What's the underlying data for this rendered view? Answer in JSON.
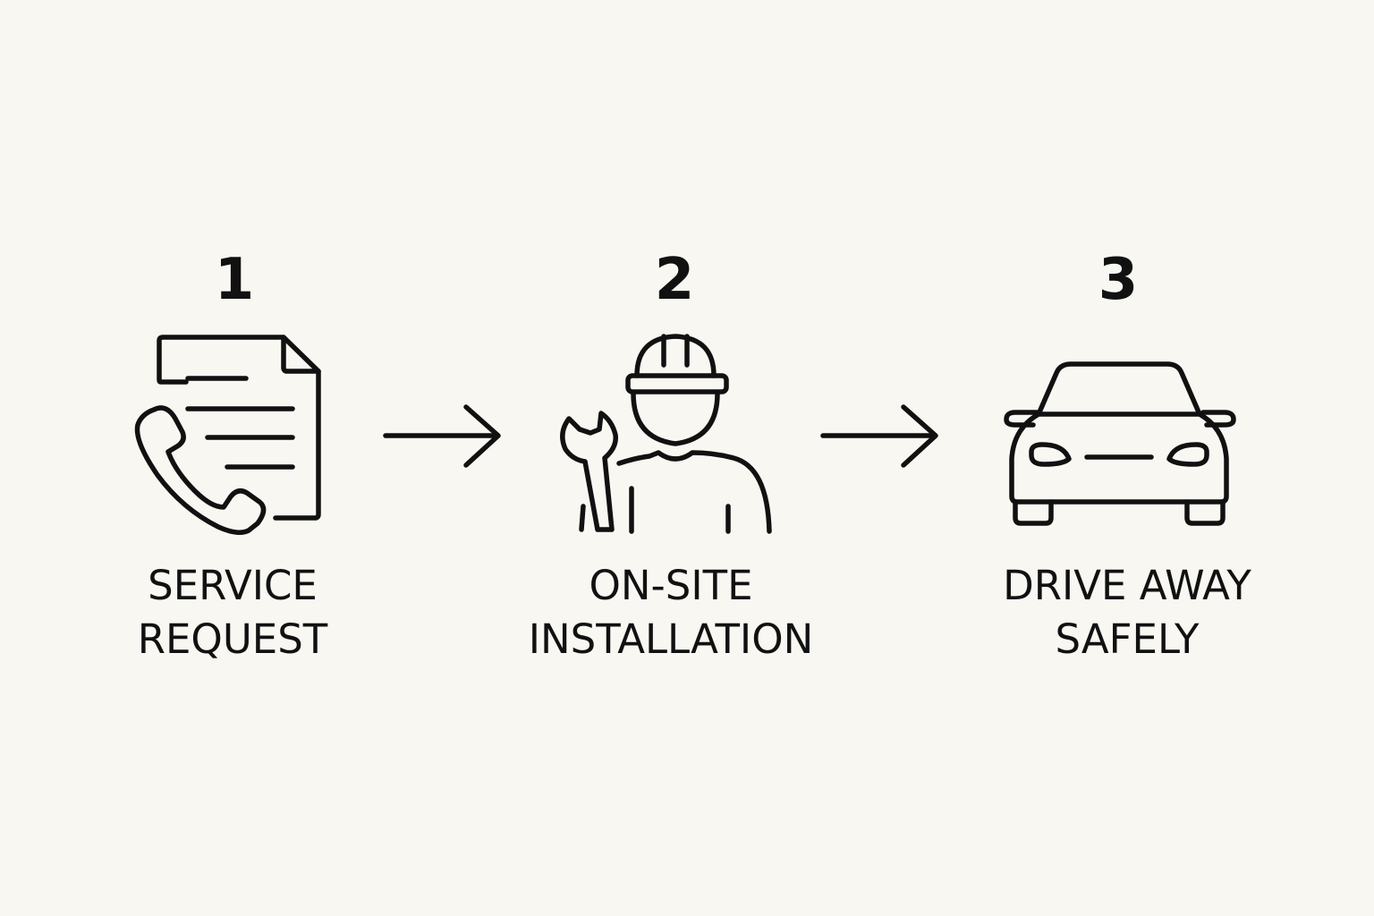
{
  "steps": [
    {
      "number": "1",
      "label_lines": [
        "SERVICE",
        "REQUEST"
      ],
      "icon": "phone-document-icon"
    },
    {
      "number": "2",
      "label_lines": [
        "ON-SITE",
        "INSTALLATION"
      ],
      "icon": "technician-wrench-icon"
    },
    {
      "number": "3",
      "label_lines": [
        "DRIVE AWAY",
        "SAFELY"
      ],
      "icon": "car-front-icon"
    }
  ],
  "connectors": [
    "arrow-right-icon",
    "arrow-right-icon"
  ],
  "colors": {
    "background": "#f8f7f2",
    "ink": "#111111"
  }
}
